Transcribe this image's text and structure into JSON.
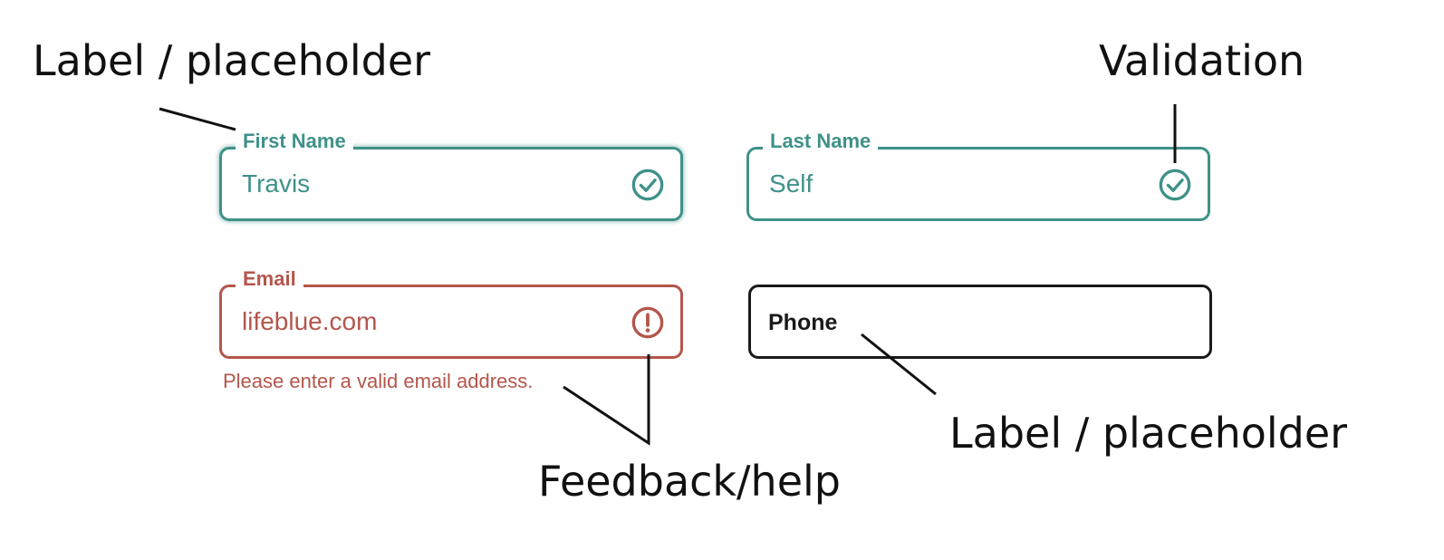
{
  "annotations": {
    "top_left": "Label / placeholder",
    "top_right": "Validation",
    "bottom_center": "Feedback/help",
    "bottom_right": "Label / placeholder"
  },
  "fields": {
    "first_name": {
      "label": "First Name",
      "value": "Travis",
      "state": "valid",
      "icon": "check-circle-icon"
    },
    "last_name": {
      "label": "Last Name",
      "value": "Self",
      "state": "valid",
      "icon": "check-circle-icon"
    },
    "email": {
      "label": "Email",
      "value": "lifeblue.com",
      "state": "error",
      "icon": "exclamation-circle-icon",
      "help": "Please enter a valid email address."
    },
    "phone": {
      "label": "Phone",
      "state": "neutral"
    }
  },
  "colors": {
    "valid": "#3f9189",
    "error": "#b3564c",
    "neutral": "#1a1a1a",
    "annotation": "#111111"
  }
}
